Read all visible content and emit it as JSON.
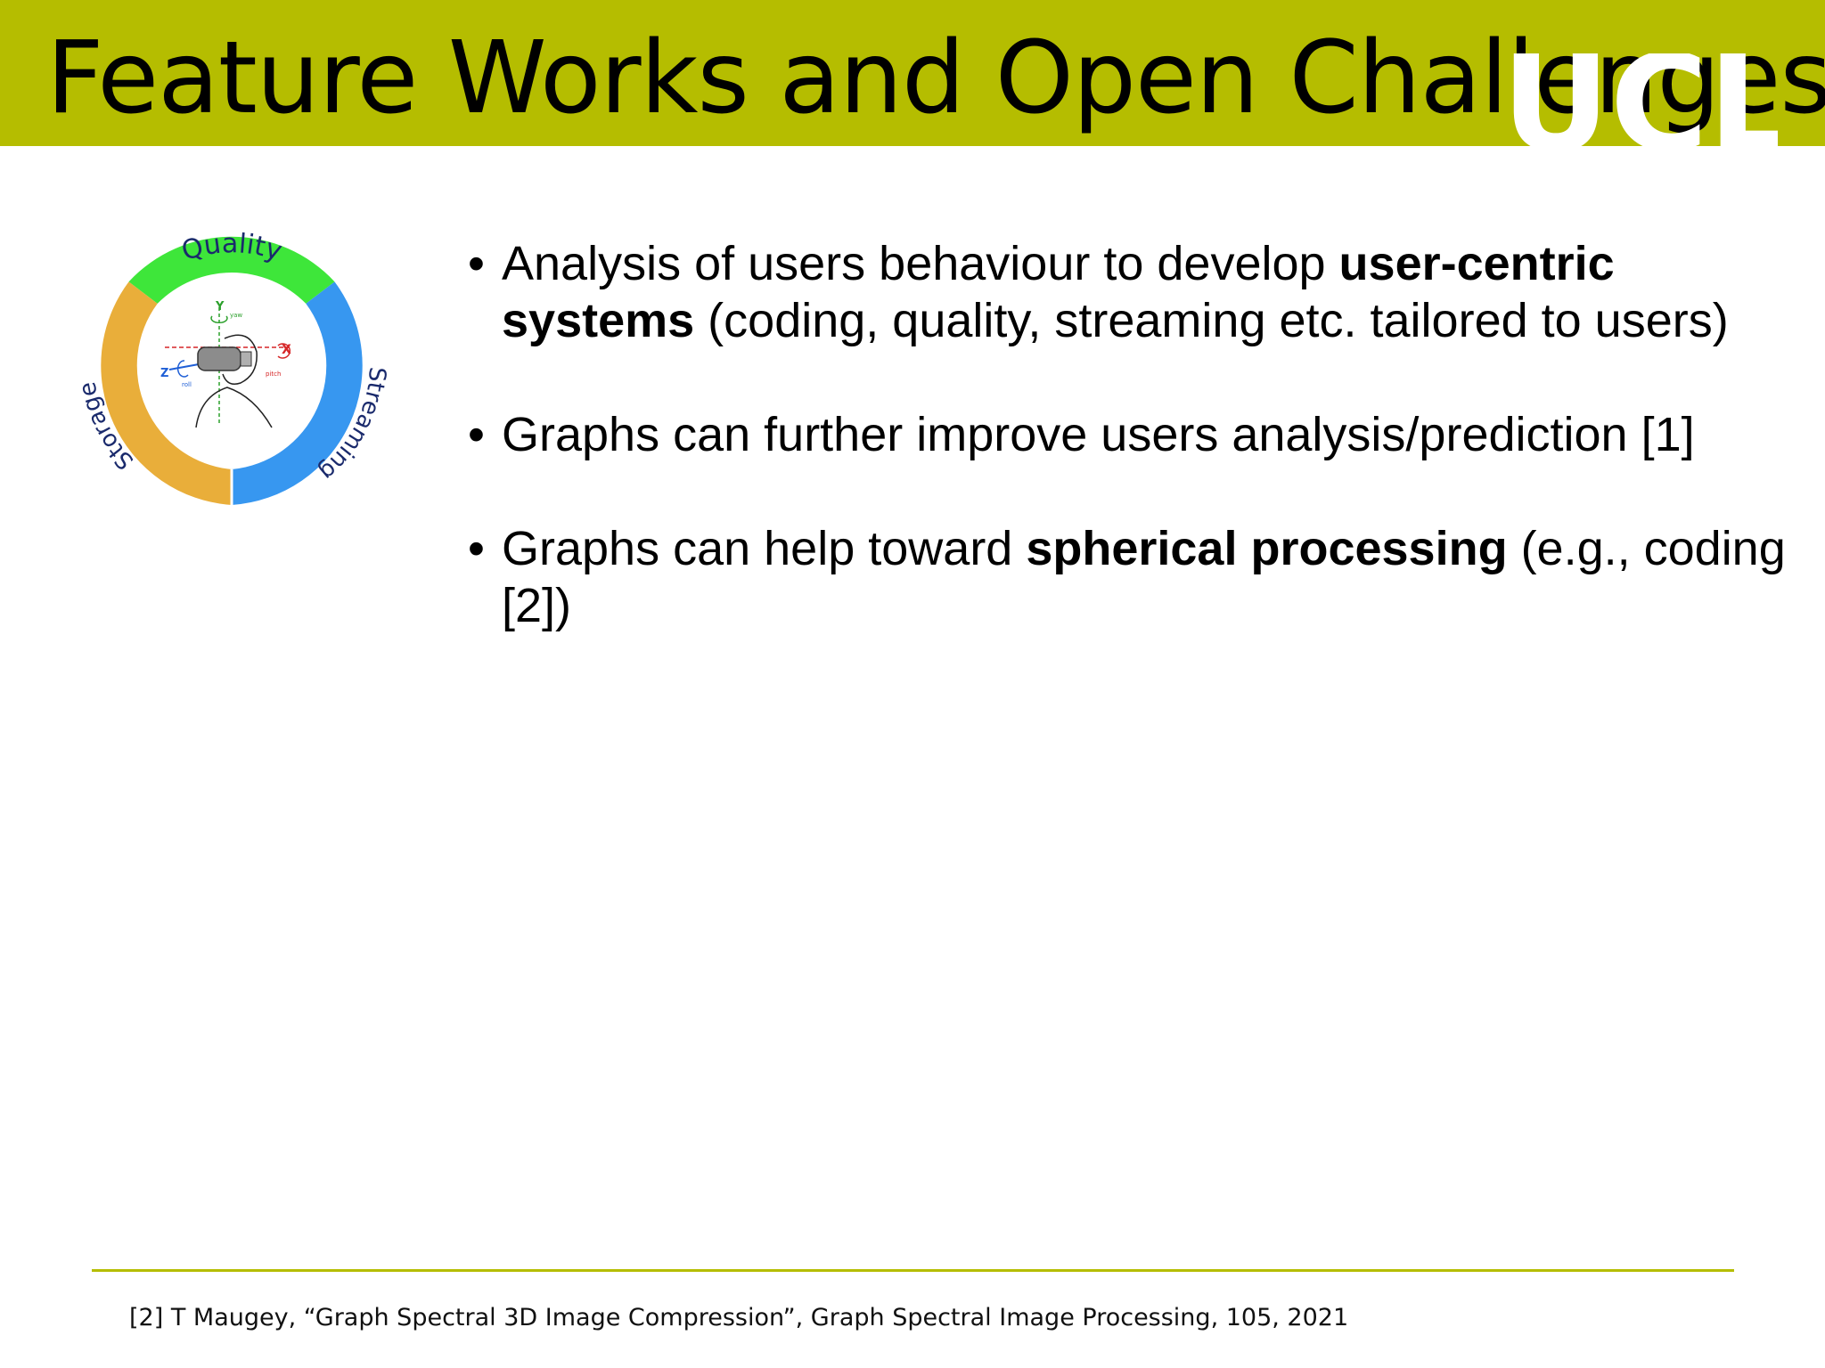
{
  "slide": {
    "title": "Feature Works and Open Challenges",
    "logo_text": "UCL"
  },
  "diagram": {
    "segments": [
      {
        "label": "Quality",
        "color": "#3ee63a"
      },
      {
        "label": "Streaming",
        "color": "#3797f0"
      },
      {
        "label": "Storage",
        "color": "#e9ae3a"
      }
    ],
    "axes": {
      "y": "Y",
      "x": "X",
      "z": "Z",
      "yaw": "yaw",
      "pitch": "pitch",
      "roll": "roll"
    }
  },
  "bullets": [
    {
      "parts": [
        {
          "text": "Analysis of users behaviour to develop ",
          "bold": false
        },
        {
          "text": "user-centric systems",
          "bold": true
        },
        {
          "text": " (coding, quality, streaming etc. tailored to users)",
          "bold": false
        }
      ]
    },
    {
      "parts": [
        {
          "text": "Graphs can further improve users analysis/prediction [1]",
          "bold": false
        }
      ]
    },
    {
      "parts": [
        {
          "text": "Graphs can help toward ",
          "bold": false
        },
        {
          "text": "spherical processing",
          "bold": true
        },
        {
          "text": " (e.g., coding [2])",
          "bold": false
        }
      ]
    }
  ],
  "footnote": "[2] T Maugey, “Graph Spectral 3D Image Compression”, Graph Spectral Image Processing, 105, 2021",
  "colors": {
    "accent": "#b5bd00"
  }
}
